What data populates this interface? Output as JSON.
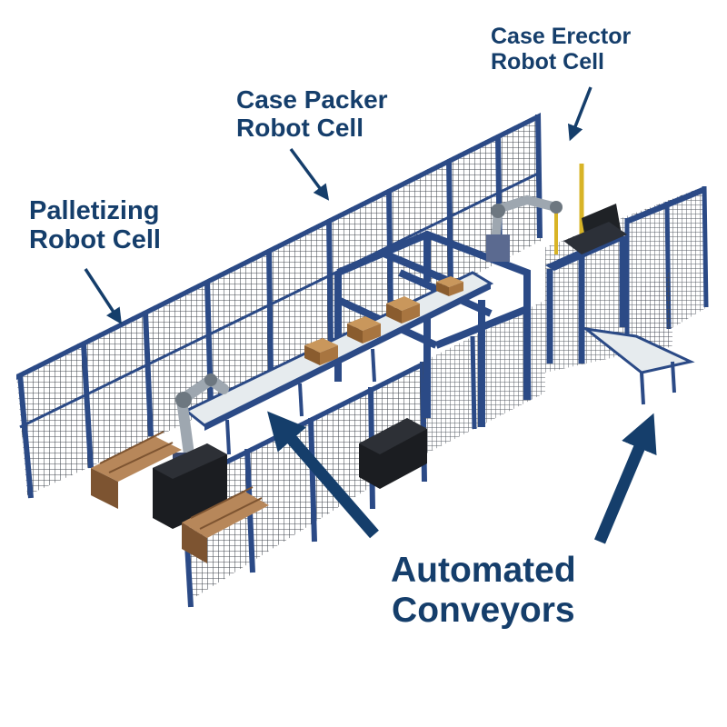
{
  "colors": {
    "label": "#153e6b",
    "frame": "#2b4a86",
    "mesh": "#3a3f48",
    "conveyor_belt": "#e6ebee",
    "pallet": "#b7875a",
    "robot": "#9ea7b0",
    "cabinet": "#1b1d21"
  },
  "labels": {
    "palletizing": {
      "line1": "Palletizing",
      "line2": "Robot Cell"
    },
    "case_packer": {
      "line1": "Case Packer",
      "line2": "Robot Cell"
    },
    "case_erector": {
      "line1": "Case Erector",
      "line2": "Robot Cell"
    },
    "conveyors": {
      "line1": "Automated",
      "line2": "Conveyors"
    }
  },
  "components": [
    "robot-arm-icon",
    "pallet-icon",
    "conveyor-icon",
    "cardboard-box-icon",
    "safety-fence-icon",
    "control-cabinet-icon",
    "arrow-icon"
  ]
}
